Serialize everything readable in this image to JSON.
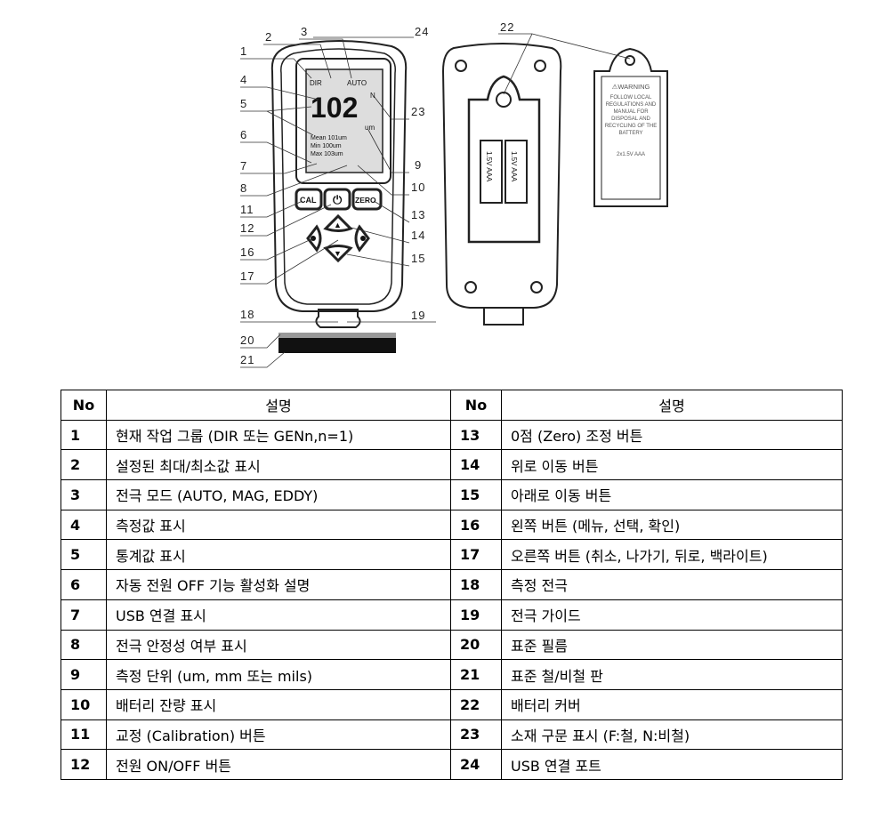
{
  "figure": {
    "callouts": [
      "1",
      "2",
      "3",
      "4",
      "5",
      "6",
      "7",
      "8",
      "9",
      "10",
      "11",
      "12",
      "13",
      "14",
      "15",
      "16",
      "17",
      "18",
      "19",
      "20",
      "21",
      "22",
      "23",
      "24"
    ],
    "screen": {
      "dir": "DIR",
      "auto": "AUTO",
      "reading": "102",
      "unit": "um",
      "material": "N",
      "mean": "Mean  101um",
      "min": "Min   100um",
      "max": "Max   103um"
    },
    "buttons": {
      "cal": "CAL",
      "zero": "ZERO"
    },
    "battery": {
      "label_left": "1.5V AAA",
      "label_right": "1.5V AAA"
    },
    "warning": {
      "title": "⚠WARNING",
      "lines": [
        "FOLLOW LOCAL",
        "REGULATIONS AND",
        "MANUAL FOR",
        "DISPOSAL AND",
        "RECYCLING OF THE",
        "BATTERY"
      ],
      "spec": "2x1.5V AAA"
    }
  },
  "table": {
    "headers": {
      "no": "No",
      "desc": "설명"
    },
    "rows": [
      {
        "l_no": "1",
        "l": "현재 작업 그룹 (DIR 또는 GENn,n=1)",
        "r_no": "13",
        "r": "0점 (Zero) 조정 버튼"
      },
      {
        "l_no": "2",
        "l": "설정된 최대/최소값 표시",
        "r_no": "14",
        "r": "위로 이동 버튼"
      },
      {
        "l_no": "3",
        "l": "전극 모드 (AUTO, MAG, EDDY)",
        "r_no": "15",
        "r": "아래로 이동 버튼"
      },
      {
        "l_no": "4",
        "l": "측정값 표시",
        "r_no": "16",
        "r": "왼쪽 버튼 (메뉴, 선택, 확인)"
      },
      {
        "l_no": "5",
        "l": "통계값 표시",
        "r_no": "17",
        "r": "오른쪽 버튼 (취소, 나가기, 뒤로, 백라이트)"
      },
      {
        "l_no": "6",
        "l": "자동 전원 OFF 기능 활성화 설명",
        "r_no": "18",
        "r": "측정 전극"
      },
      {
        "l_no": "7",
        "l": "USB 연결 표시",
        "r_no": "19",
        "r": "전극 가이드"
      },
      {
        "l_no": "8",
        "l": "전극 안정성 여부 표시",
        "r_no": "20",
        "r": "표준 필름"
      },
      {
        "l_no": "9",
        "l": "측정 단위 (um, mm 또는 mils)",
        "r_no": "21",
        "r": "표준 철/비철 판"
      },
      {
        "l_no": "10",
        "l": "배터리 잔량 표시",
        "r_no": "22",
        "r": "배터리 커버"
      },
      {
        "l_no": "11",
        "l": "교정 (Calibration) 버튼",
        "r_no": "23",
        "r": "소재 구문 표시 (F:철, N:비철)"
      },
      {
        "l_no": "12",
        "l": "전원 ON/OFF 버튼",
        "r_no": "24",
        "r": "USB 연결 포트"
      }
    ]
  }
}
